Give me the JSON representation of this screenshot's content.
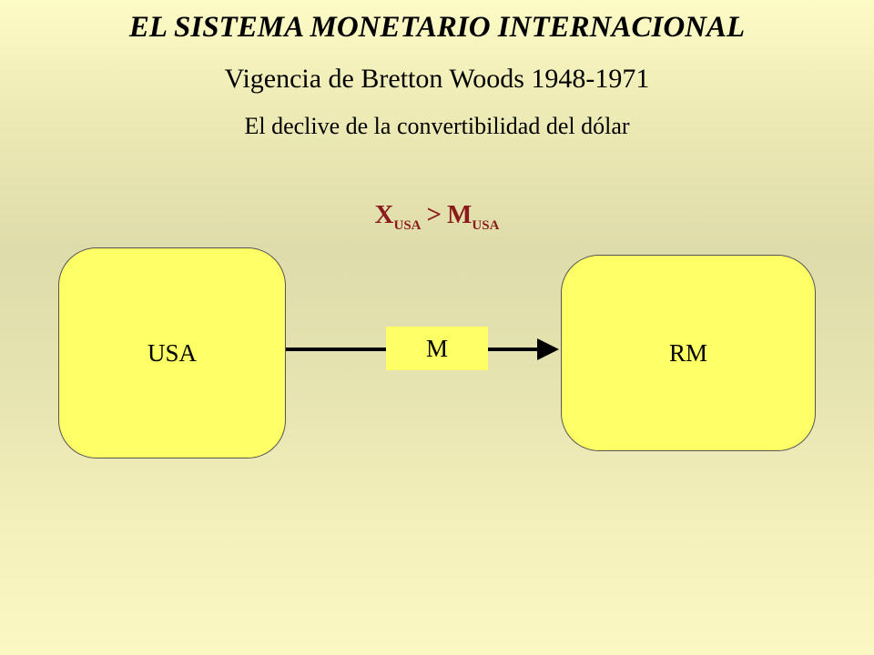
{
  "header": {
    "title": "EL SISTEMA MONETARIO INTERNACIONAL",
    "subtitle": "Vigencia de Bretton Woods 1948-1971",
    "subtitle2": "El declive de la convertibilidad del dólar"
  },
  "formula": {
    "left_var": "X",
    "left_sub": "USA",
    "operator": ">",
    "right_var": "M",
    "right_sub": "USA"
  },
  "diagram": {
    "source_box": "USA",
    "target_box": "RM",
    "flow_label": "M"
  },
  "colors": {
    "box_fill": "#ffff66",
    "formula_text": "#8b1a1a",
    "arrow": "#000000"
  }
}
